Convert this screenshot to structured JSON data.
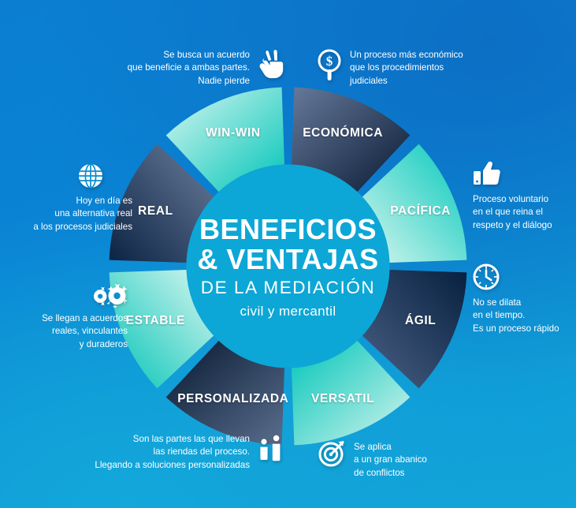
{
  "background": {
    "color_top": "#0b7ed2",
    "color_bottom": "#12a5d9"
  },
  "center": {
    "line1": "BENEFICIOS",
    "line2": "& VENTAJAS",
    "line3": "DE LA MEDIACIÓN",
    "line4": "civil y mercantil",
    "circle_color": "#0ca7d6"
  },
  "wheel": {
    "teal_color_light": "#c9f2ea",
    "teal_color_dark": "#00c2b5",
    "navy_color_light": "#5d7191",
    "navy_color_dark": "#0a1f3c",
    "segments": [
      {
        "label": "ECONÓMICA",
        "style": "navy",
        "start_deg": 0,
        "end_deg": 45
      },
      {
        "label": "PACÍFICA",
        "style": "teal",
        "start_deg": 45,
        "end_deg": 90
      },
      {
        "label": "ÁGIL",
        "style": "navy",
        "start_deg": 90,
        "end_deg": 135
      },
      {
        "label": "VERSATIL",
        "style": "teal",
        "start_deg": 135,
        "end_deg": 180
      },
      {
        "label": "PERSONALIZADA",
        "style": "navy",
        "start_deg": 180,
        "end_deg": 225
      },
      {
        "label": "ESTABLE",
        "style": "teal",
        "start_deg": 225,
        "end_deg": 270
      },
      {
        "label": "REAL",
        "style": "navy",
        "start_deg": 270,
        "end_deg": 315
      },
      {
        "label": "WIN-WIN",
        "style": "teal",
        "start_deg": 315,
        "end_deg": 360
      }
    ]
  },
  "callouts": {
    "winwin": {
      "icon": "peace-hand-icon",
      "text": "Se busca un acuerdo\nque beneficie a ambas partes.\nNadie pierde"
    },
    "economica": {
      "icon": "magnifier-dollar-icon",
      "text": "Un proceso más económico\nque los procedimientos\njudiciales"
    },
    "pacifica": {
      "icon": "thumbs-up-icon",
      "text": "Proceso voluntario\nen el que reina el\nrespeto y el diálogo"
    },
    "agil": {
      "icon": "clock-icon",
      "text": "No se dilata\nen el tiempo.\nEs un proceso rápido"
    },
    "versatil": {
      "icon": "target-arrow-icon",
      "text": "Se aplica\na un gran abanico\nde conflictos"
    },
    "personalizada": {
      "icon": "two-people-icon",
      "text": "Son las partes las que llevan\nlas riendas del proceso.\nLlegando a soluciones personalizadas"
    },
    "estable": {
      "icon": "gears-icon",
      "text": "Se llegan a acuerdos\nreales, vinculantes\ny duraderos"
    },
    "real": {
      "icon": "globe-icon",
      "text": "Hoy en día es\nuna alternativa real\na los procesos judiciales"
    }
  }
}
